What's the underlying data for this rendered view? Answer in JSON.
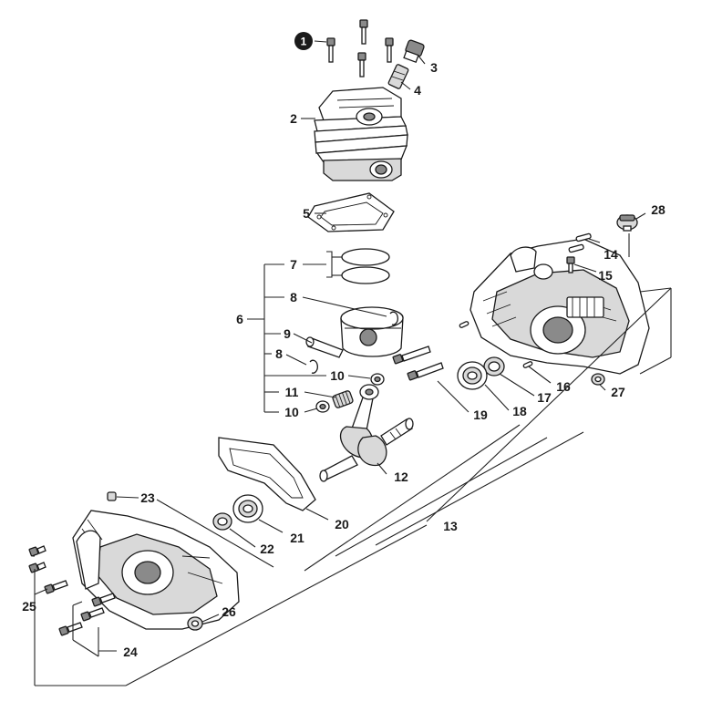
{
  "callouts": {
    "c1": "1",
    "c2": "2",
    "c3": "3",
    "c4": "4",
    "c5": "5",
    "c6": "6",
    "c7": "7",
    "c8a": "8",
    "c8b": "8",
    "c9": "9",
    "c10a": "10",
    "c10b": "10",
    "c11": "11",
    "c12": "12",
    "c13": "13",
    "c14": "14",
    "c15": "15",
    "c16": "16",
    "c17": "17",
    "c18": "18",
    "c19": "19",
    "c20": "20",
    "c21": "21",
    "c22": "22",
    "c23": "23",
    "c24": "24",
    "c25": "25",
    "c26": "26",
    "c27": "27",
    "c28": "28"
  },
  "colors": {
    "ink": "#1a1a1a",
    "shade": "#d9d9d9",
    "dark": "#8a8a8a",
    "background": "#ffffff"
  }
}
